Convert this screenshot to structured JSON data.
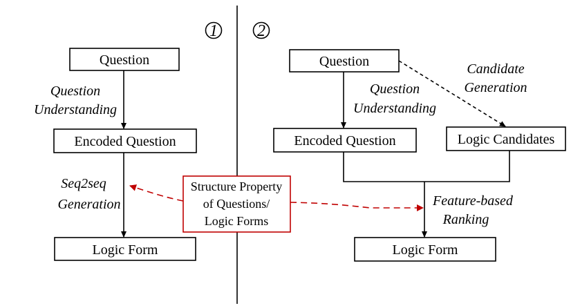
{
  "panel_markers": {
    "left": "1",
    "right": "2"
  },
  "left_panel": {
    "question": "Question",
    "understanding_line1": "Question",
    "understanding_line2": "Understanding",
    "encoded": "Encoded Question",
    "generation_line1": "Seq2seq",
    "generation_line2": "Generation",
    "logic_form": "Logic Form"
  },
  "right_panel": {
    "question": "Question",
    "understanding_line1": "Question",
    "understanding_line2": "Understanding",
    "candidate_line1": "Candidate",
    "candidate_line2": "Generation",
    "encoded": "Encoded Question",
    "candidates": "Logic Candidates",
    "ranking_line1": "Feature-based",
    "ranking_line2": "Ranking",
    "logic_form": "Logic Form"
  },
  "structure_box": {
    "line1": "Structure Property",
    "line2": "of Questions/",
    "line3": "Logic Forms"
  },
  "colors": {
    "accent_red": "#c00000",
    "ink": "#000000"
  }
}
